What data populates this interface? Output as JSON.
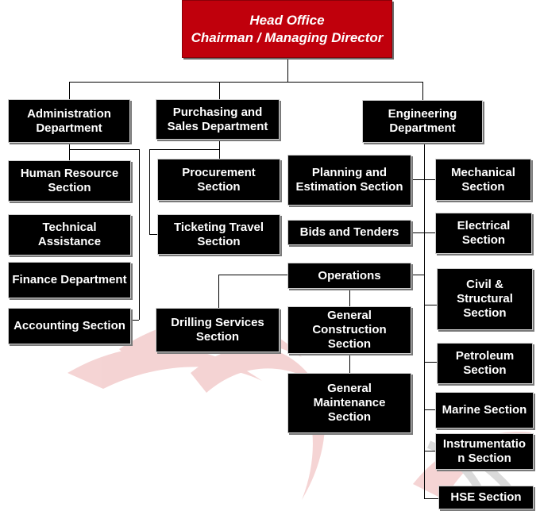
{
  "colors": {
    "head_fill": "#c0000c",
    "box_fill": "#000000",
    "text": "#ffffff",
    "watermark": "#e9b3b3"
  },
  "head": {
    "line1": "Head Office",
    "line2": "Chairman / Managing Director"
  },
  "admin": {
    "title": "Administration Department",
    "sections": [
      "Human Resource Section",
      "Technical Assistance",
      "Finance Department",
      "Accounting Section"
    ]
  },
  "purchasing": {
    "title": "Purchasing and Sales Department",
    "sections": [
      "Procurement Section",
      "Ticketing Travel Section"
    ]
  },
  "engineering": {
    "title": "Engineering Department",
    "left_sections": [
      "Planning and Estimation Section",
      "Bids and Tenders"
    ],
    "operations": {
      "title": "Operations",
      "sections": [
        "Drilling Services Section",
        "General Construction Section",
        "General Maintenance Section"
      ]
    },
    "right_sections": [
      "Mechanical Section",
      "Electrical Section",
      "Civil & Structural Section",
      "Petroleum Section",
      "Marine Section",
      "Instrumentatio n Section",
      "HSE Section"
    ]
  }
}
